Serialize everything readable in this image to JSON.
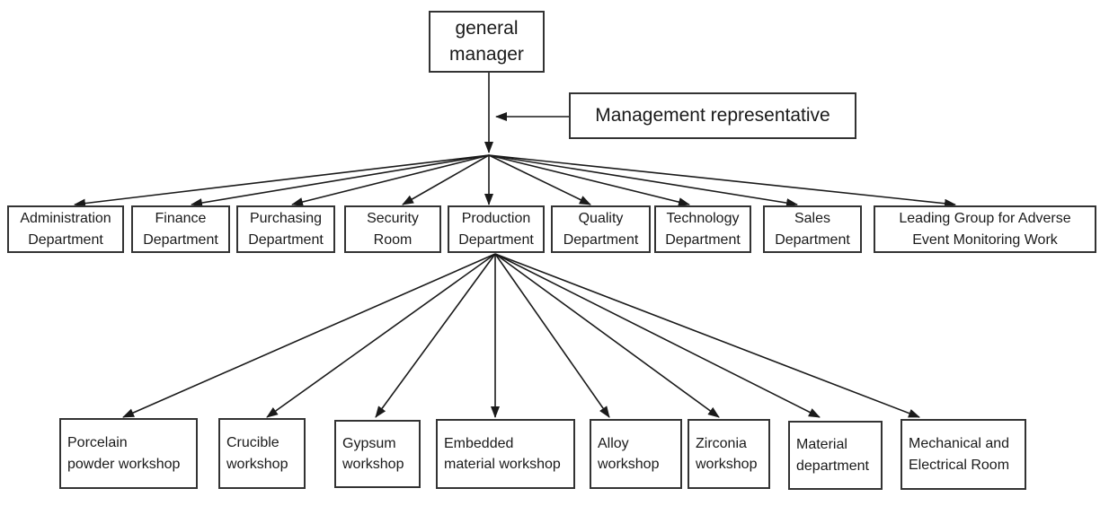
{
  "org_chart": {
    "type": "organization-chart",
    "root": {
      "label": "general\nmanager"
    },
    "staff": {
      "label": "Management representative"
    },
    "departments": [
      {
        "label": "Administration\nDepartment"
      },
      {
        "label": "Finance\nDepartment"
      },
      {
        "label": "Purchasing\nDepartment"
      },
      {
        "label": "Security\nRoom"
      },
      {
        "label": "Production\nDepartment"
      },
      {
        "label": "Quality\nDepartment"
      },
      {
        "label": "Technology\nDepartment"
      },
      {
        "label": "Sales\nDepartment"
      },
      {
        "label": "Leading Group for Adverse\nEvent Monitoring Work"
      }
    ],
    "production_units": [
      {
        "label": "Porcelain\npowder workshop"
      },
      {
        "label": "Crucible\nworkshop"
      },
      {
        "label": "Gypsum\nworkshop"
      },
      {
        "label": "Embedded\nmaterial workshop"
      },
      {
        "label": "Alloy\nworkshop"
      },
      {
        "label": "Zirconia\nworkshop"
      },
      {
        "label": "Material\ndepartment"
      },
      {
        "label": "Mechanical and\nElectrical Room"
      }
    ],
    "colors": {
      "line": "#1a1a1a",
      "box_border": "#333333",
      "background": "#ffffff",
      "text": "#1a1a1a"
    }
  }
}
